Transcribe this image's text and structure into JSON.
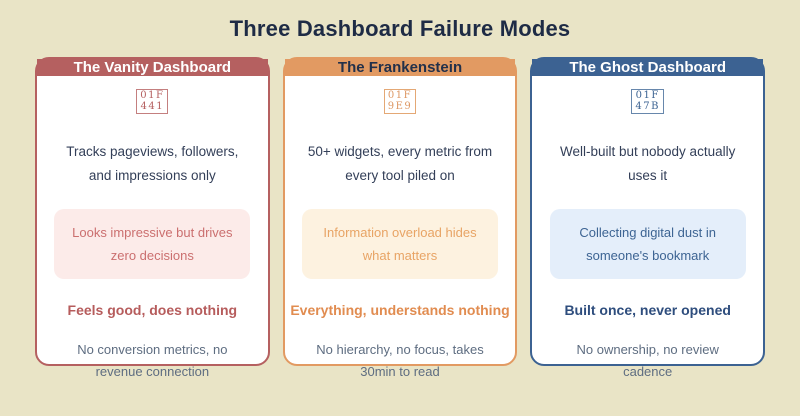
{
  "title": "Three Dashboard Failure Modes",
  "colors": {
    "background": "#e9e4c6",
    "title_text": "#1e2b45",
    "body_text": "#333f58",
    "footnote_text": "#5e6d81",
    "vanity_accent": "#b56060",
    "frankenstein_accent": "#e29a62",
    "ghost_accent": "#3c6292",
    "vanity_pill_bg": "#fcebe9",
    "frankenstein_pill_bg": "#fdf2e0",
    "ghost_pill_bg": "#e4eefa"
  },
  "cards": [
    {
      "title": "The Vanity Dashboard",
      "emoji_name": "eye-emoji",
      "emoji_hex_top": "01F",
      "emoji_hex_bottom": "441",
      "description": "Tracks pageviews, followers, and impressions only",
      "highlight": "Looks impressive but drives zero decisions",
      "punchline": "Feels good, does nothing",
      "footnote": "No conversion metrics, no revenue connection"
    },
    {
      "title": "The Frankenstein",
      "emoji_name": "puzzle-piece-emoji",
      "emoji_hex_top": "01F",
      "emoji_hex_bottom": "9E9",
      "description": "50+ widgets, every metric from every tool piled on",
      "highlight": "Information overload hides what matters",
      "punchline": "Everything, understands nothing",
      "footnote": "No hierarchy, no focus, takes 30min to read"
    },
    {
      "title": "The Ghost Dashboard",
      "emoji_name": "ghost-emoji",
      "emoji_hex_top": "01F",
      "emoji_hex_bottom": "47B",
      "description": "Well-built but nobody actually uses it",
      "highlight": "Collecting digital dust in someone's bookmark",
      "punchline": "Built once, never opened",
      "footnote": "No ownership, no review cadence"
    }
  ]
}
